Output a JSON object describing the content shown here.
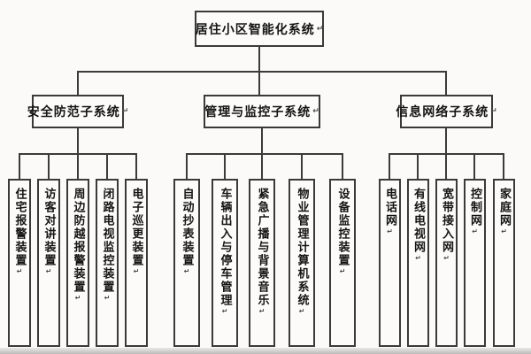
{
  "title": "居住小区智能化系统",
  "return_mark": "↵",
  "groups": [
    {
      "label": "安全防范子系统",
      "children": [
        "住宅报警装置",
        "访客对讲装置",
        "周边防越报警装置",
        "闭路电视监控装置",
        "电子巡更装置"
      ]
    },
    {
      "label": "管理与监控子系统",
      "children": [
        "自动抄表装置",
        "车辆出入与停车管理",
        "紧急广播与背景音乐",
        "物业管理计算机系统",
        "设备监控装置"
      ]
    },
    {
      "label": "信息网络子系统",
      "children": [
        "电话网",
        "有线电视网",
        "宽带接入网",
        "控制网",
        "家庭网"
      ]
    }
  ],
  "colors": {
    "line": "#3b3b3b",
    "text": "#141414",
    "background": "#fbfaf8"
  }
}
